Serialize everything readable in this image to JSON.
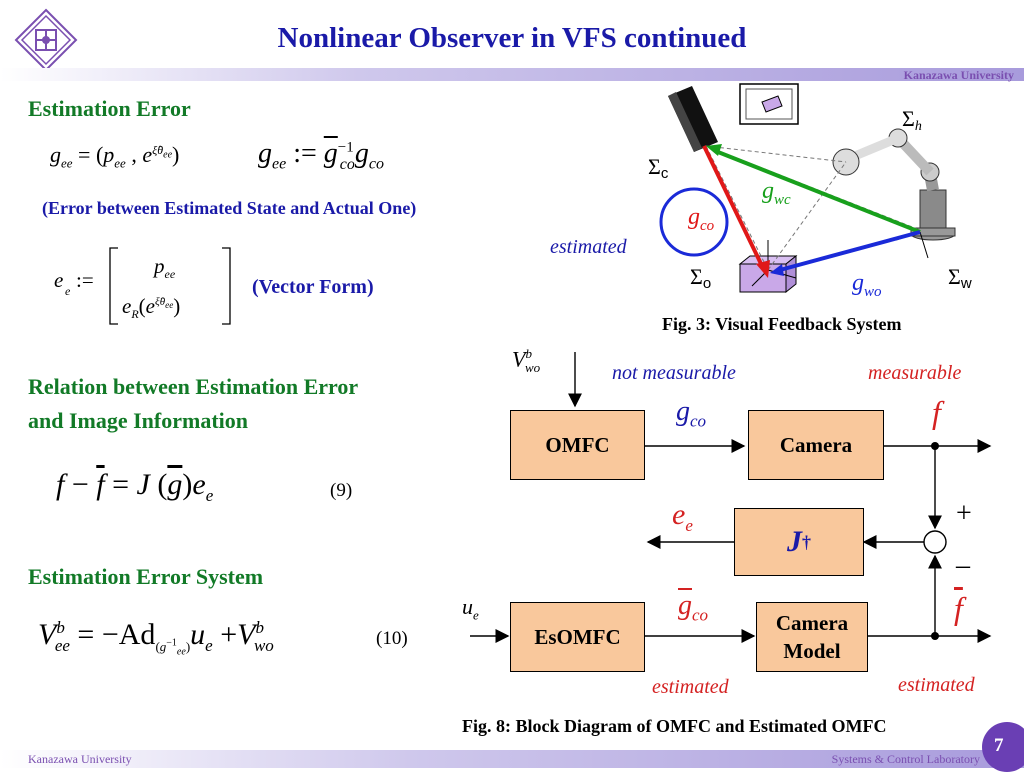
{
  "header": {
    "title": "Nonlinear Observer in VFS continued",
    "university_top": "Kanazawa University"
  },
  "footer": {
    "left": "Kanazawa University",
    "right": "Systems & Control Laboratory",
    "page_number": "7"
  },
  "section1": {
    "heading": "Estimation Error",
    "note": "(Error between Estimated State and Actual One)",
    "vector_note": "(Vector Form)"
  },
  "section2": {
    "heading_line1": "Relation between Estimation Error",
    "heading_line2": "and Image Information",
    "eq_number": "(9)"
  },
  "section3": {
    "heading": "Estimation Error System",
    "eq_number": "(10)"
  },
  "fig3": {
    "caption": "Fig. 3: Visual Feedback System",
    "label_estimated": "estimated"
  },
  "fig8": {
    "caption": "Fig. 8: Block Diagram of OMFC and Estimated OMFC",
    "label_not_measurable": "not measurable",
    "label_measurable": "measurable",
    "label_estimated_left": "estimated",
    "label_estimated_right": "estimated",
    "block_omfc": "OMFC",
    "block_camera": "Camera",
    "block_esomfc": "EsOMFC",
    "block_camera_model_line1": "Camera",
    "block_camera_model_line2": "Model",
    "sum_plus": "+",
    "sum_minus": "–"
  },
  "colors": {
    "title_blue": "#1a1aa8",
    "heading_green": "#127a27",
    "label_red": "#d42222",
    "block_fill": "#f9c89c",
    "accent_purple": "#6a3fb4"
  }
}
